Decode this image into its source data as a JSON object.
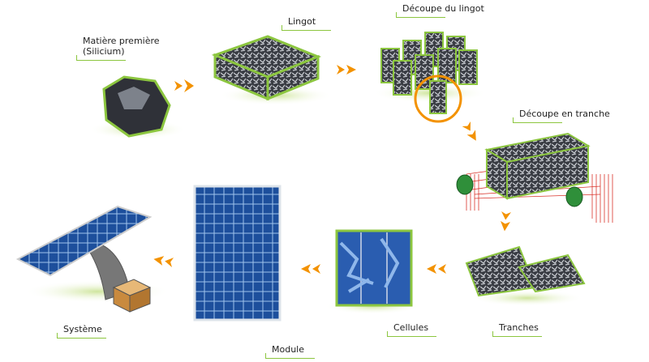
{
  "steps": {
    "raw": {
      "label": "Matière première",
      "sub": "(Silicium)"
    },
    "ingot": {
      "label": "Lingot"
    },
    "ingot_cut": {
      "label": "Découpe du lingot"
    },
    "slicing": {
      "label": "Découpe en tranche"
    },
    "wafers": {
      "label": "Tranches"
    },
    "cells": {
      "label": "Cellules"
    },
    "module": {
      "label": "Module"
    },
    "system": {
      "label": "Système"
    }
  },
  "colors": {
    "accent": "#f39200",
    "green": "#8cc63f",
    "cell": "#1d4f9c"
  }
}
